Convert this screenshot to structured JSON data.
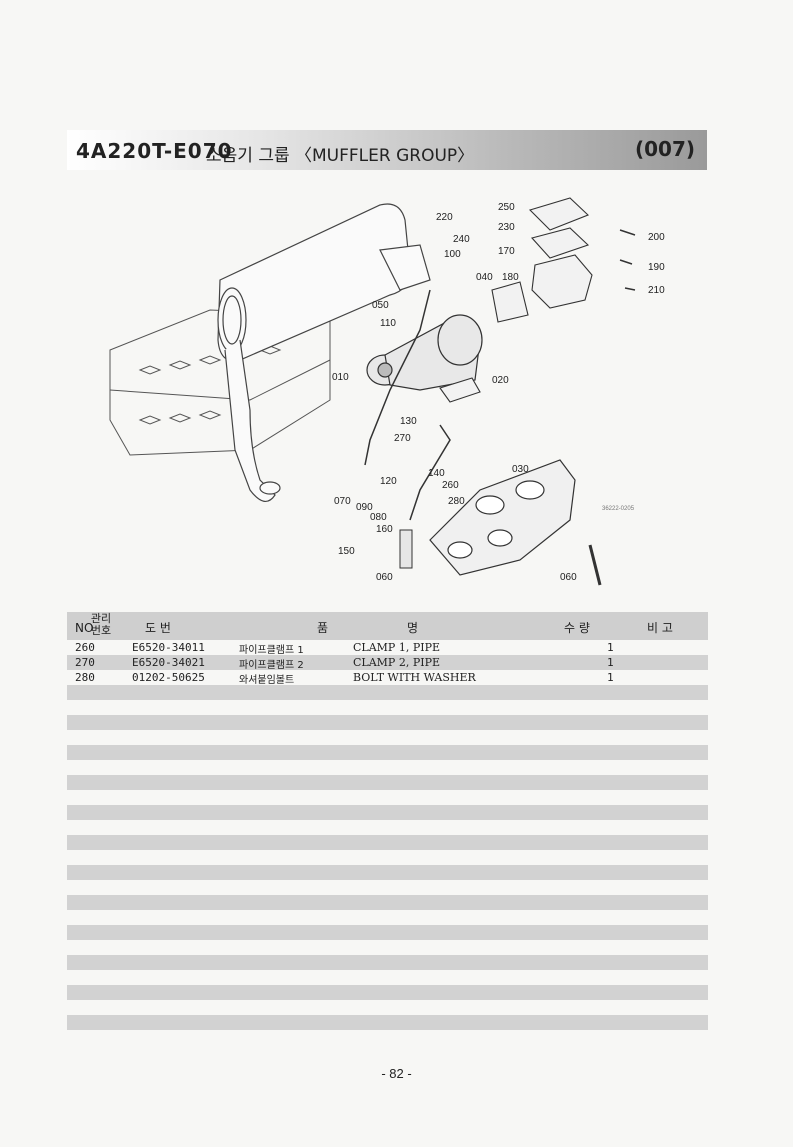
{
  "header": {
    "code": "4A220T-E070",
    "title": "소음기 그룹 〈MUFFLER GROUP〉",
    "page_code": "(007)"
  },
  "diagram": {
    "callouts": [
      "220",
      "240",
      "100",
      "250",
      "230",
      "170",
      "200",
      "190",
      "210",
      "040",
      "180",
      "050",
      "110",
      "010",
      "020",
      "130",
      "270",
      "140",
      "260",
      "030",
      "120",
      "280",
      "070",
      "090",
      "080",
      "160",
      "150",
      "060",
      "060"
    ],
    "ref_code": "36222-0205"
  },
  "table": {
    "headers": {
      "no": "NO",
      "mgmt_top": "관리",
      "mgmt_bottom": "번호",
      "part": "도  번",
      "name_a": "품",
      "name_b": "명",
      "qty": "수  량",
      "remark": "비  고"
    },
    "rows": [
      {
        "no": "260",
        "part": "E6520-34011",
        "kr": "파이프클램프 1",
        "en": "CLAMP 1, PIPE",
        "qty": "1",
        "remark": ""
      },
      {
        "no": "270",
        "part": "E6520-34021",
        "kr": "파이프클램프 2",
        "en": "CLAMP 2, PIPE",
        "qty": "1",
        "remark": ""
      },
      {
        "no": "280",
        "part": "01202-50625",
        "kr": "와셔붙임볼트",
        "en": "BOLT WITH WASHER",
        "qty": "1",
        "remark": ""
      }
    ]
  },
  "footer": {
    "page": "- 82 -"
  }
}
